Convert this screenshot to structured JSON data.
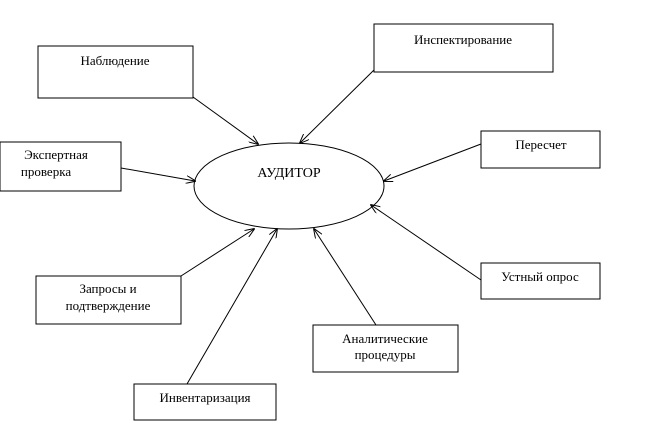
{
  "center": {
    "label": "АУДИТОР"
  },
  "nodes": [
    {
      "id": "observation",
      "lines": [
        "Наблюдение"
      ]
    },
    {
      "id": "inspection",
      "lines": [
        "Инспектирование"
      ]
    },
    {
      "id": "expert-review",
      "lines": [
        "Экспертная",
        "проверка"
      ]
    },
    {
      "id": "recount",
      "lines": [
        "Пересчет"
      ]
    },
    {
      "id": "requests",
      "lines": [
        "Запросы и",
        "подтверждение"
      ]
    },
    {
      "id": "oral-survey",
      "lines": [
        "Устный опрос"
      ]
    },
    {
      "id": "analytical",
      "lines": [
        "Аналитические",
        "процедуры"
      ]
    },
    {
      "id": "inventory",
      "lines": [
        "Инвентаризация"
      ]
    }
  ],
  "colors": {
    "stroke": "#000000",
    "background": "#ffffff"
  }
}
